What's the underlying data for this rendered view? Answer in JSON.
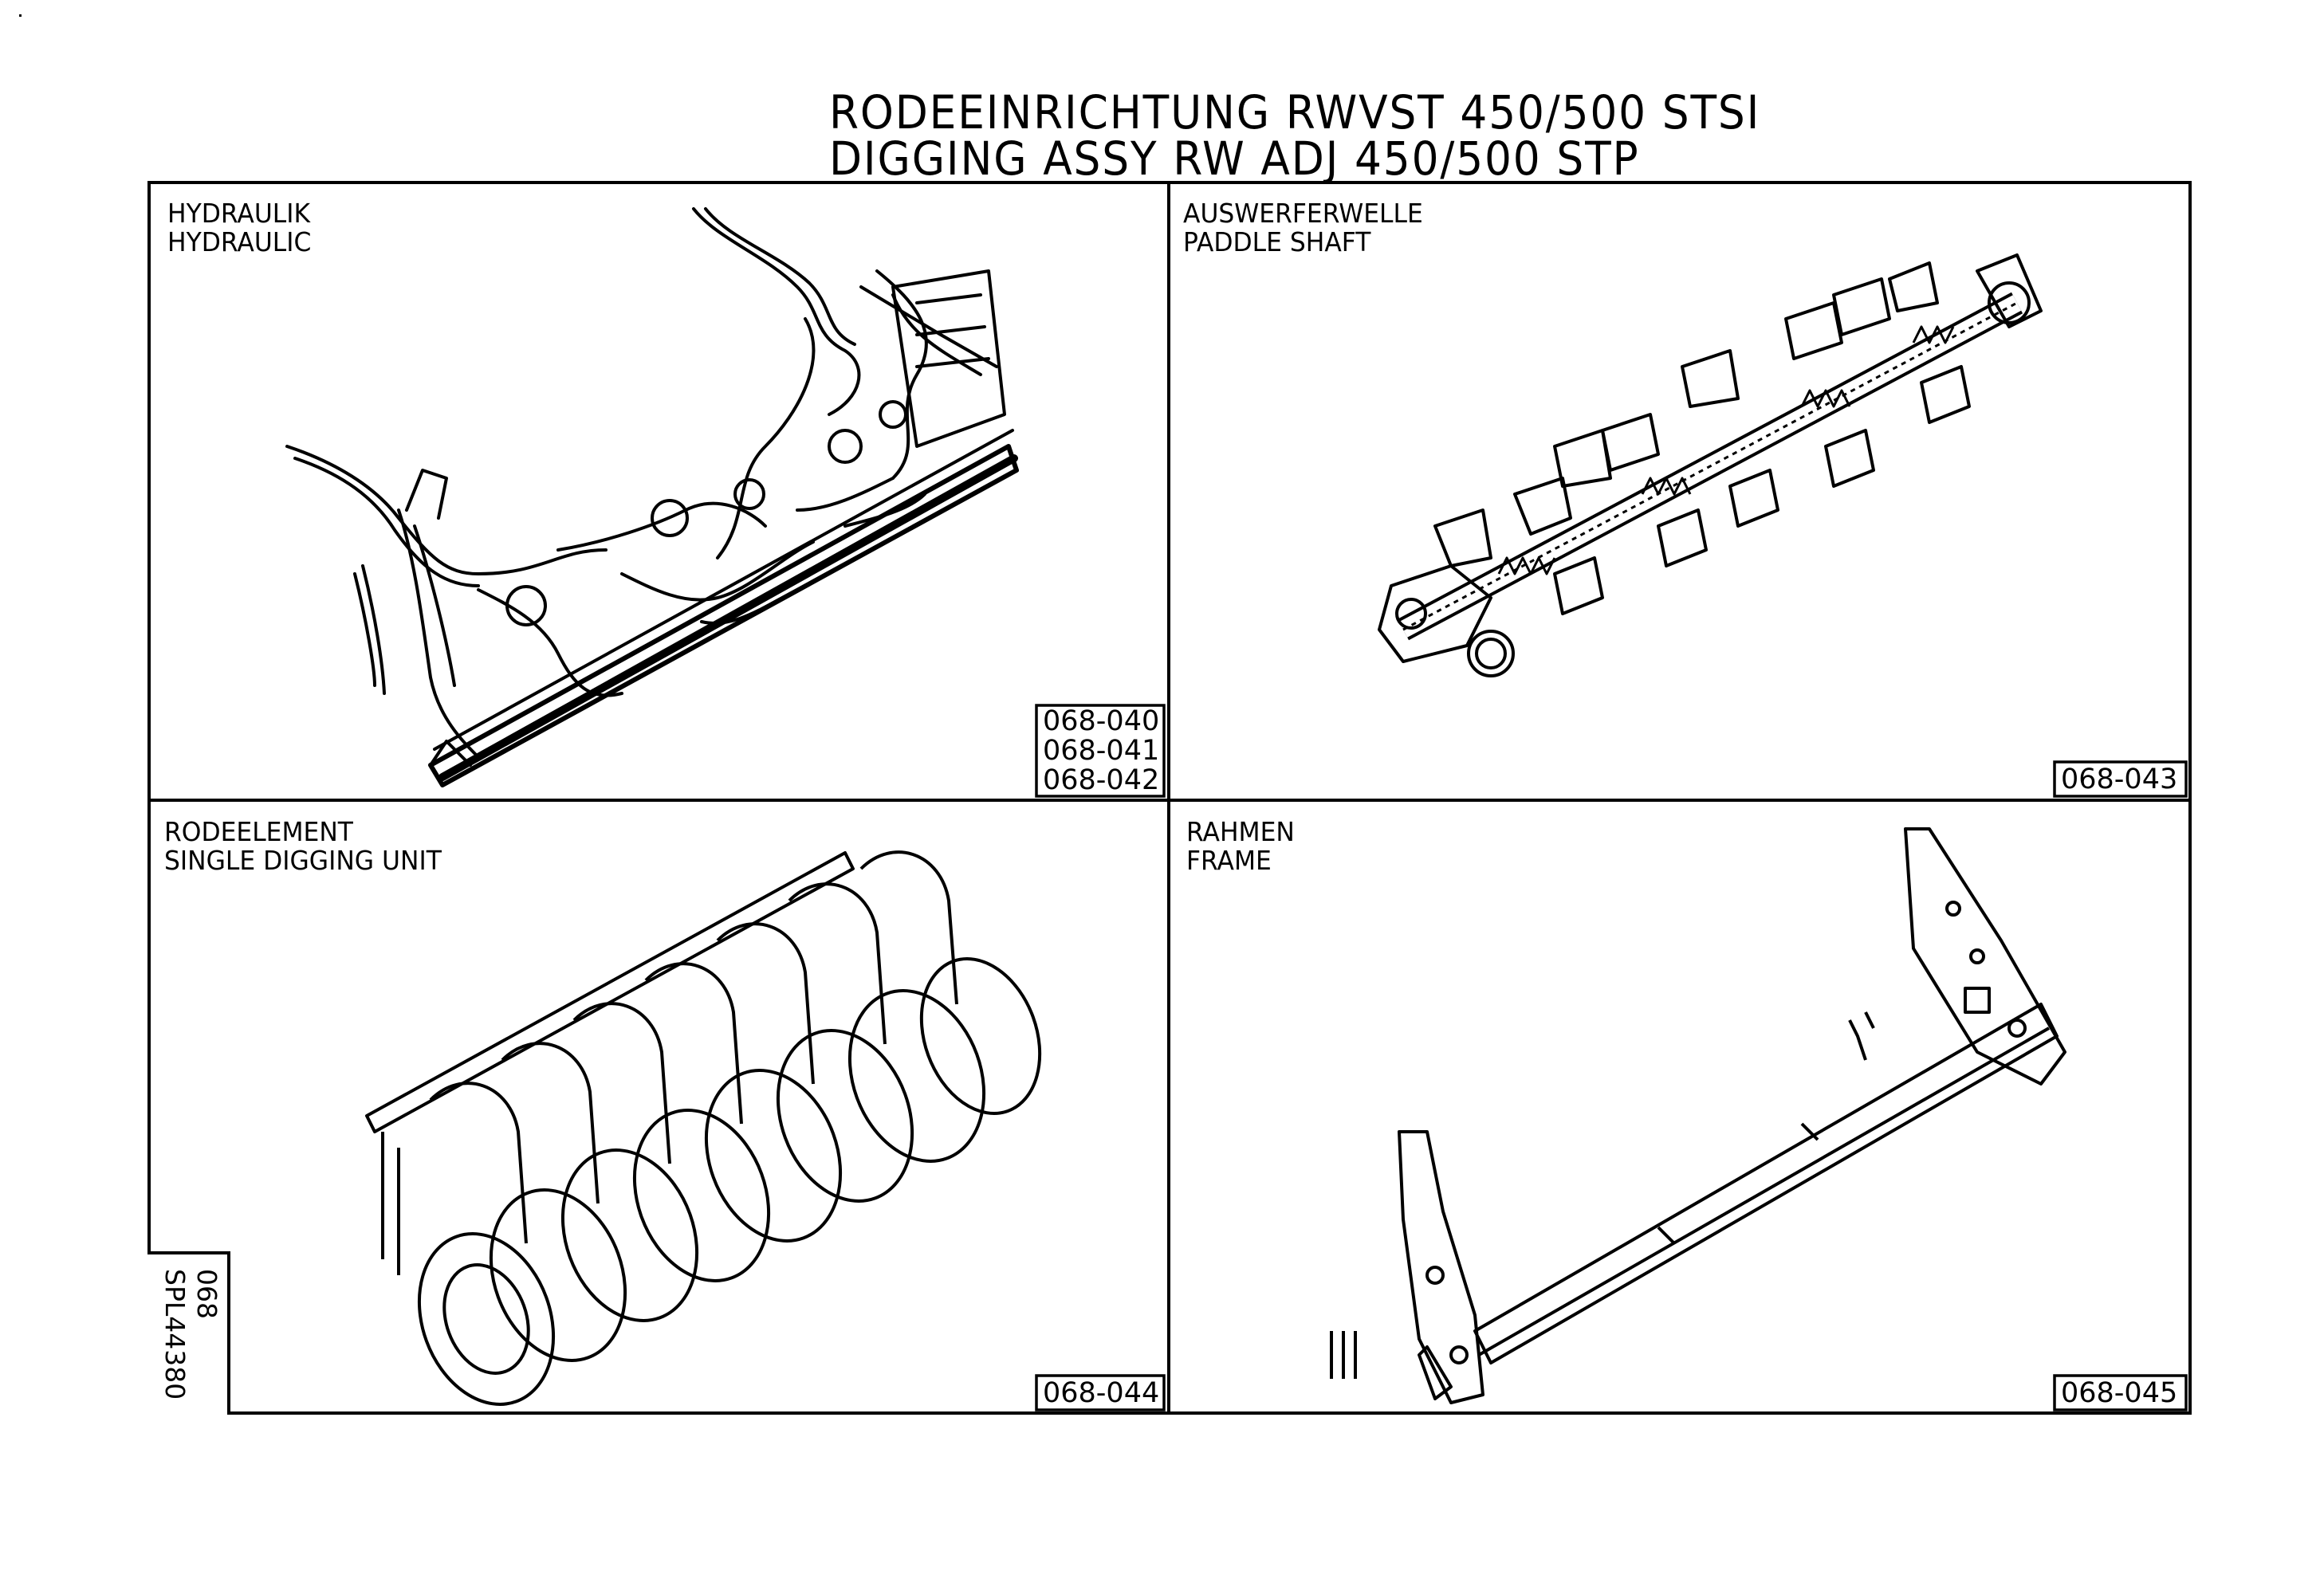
{
  "header": {
    "title_de": "RODEEINRICHTUNG RWVST 450/500 STSI",
    "title_en": "DIGGING ASSY RW ADJ 450/500 STP"
  },
  "panels": [
    {
      "id": "hydraulic",
      "label_de": "HYDRAULIK",
      "label_en": "HYDRAULIC",
      "refs": [
        "068-040",
        "068-041",
        "068-042"
      ]
    },
    {
      "id": "paddle-shaft",
      "label_de": "AUSWERFERWELLE",
      "label_en": "PADDLE SHAFT",
      "refs": [
        "068-043"
      ]
    },
    {
      "id": "single-digging-unit",
      "label_de": "RODEELEMENT",
      "label_en": "SINGLE DIGGING UNIT",
      "refs": [
        "068-044"
      ]
    },
    {
      "id": "frame",
      "label_de": "RAHMEN",
      "label_en": "FRAME",
      "refs": [
        "068-045"
      ]
    }
  ],
  "sheet": {
    "group": "068",
    "drawing_number": "SPL44380"
  }
}
